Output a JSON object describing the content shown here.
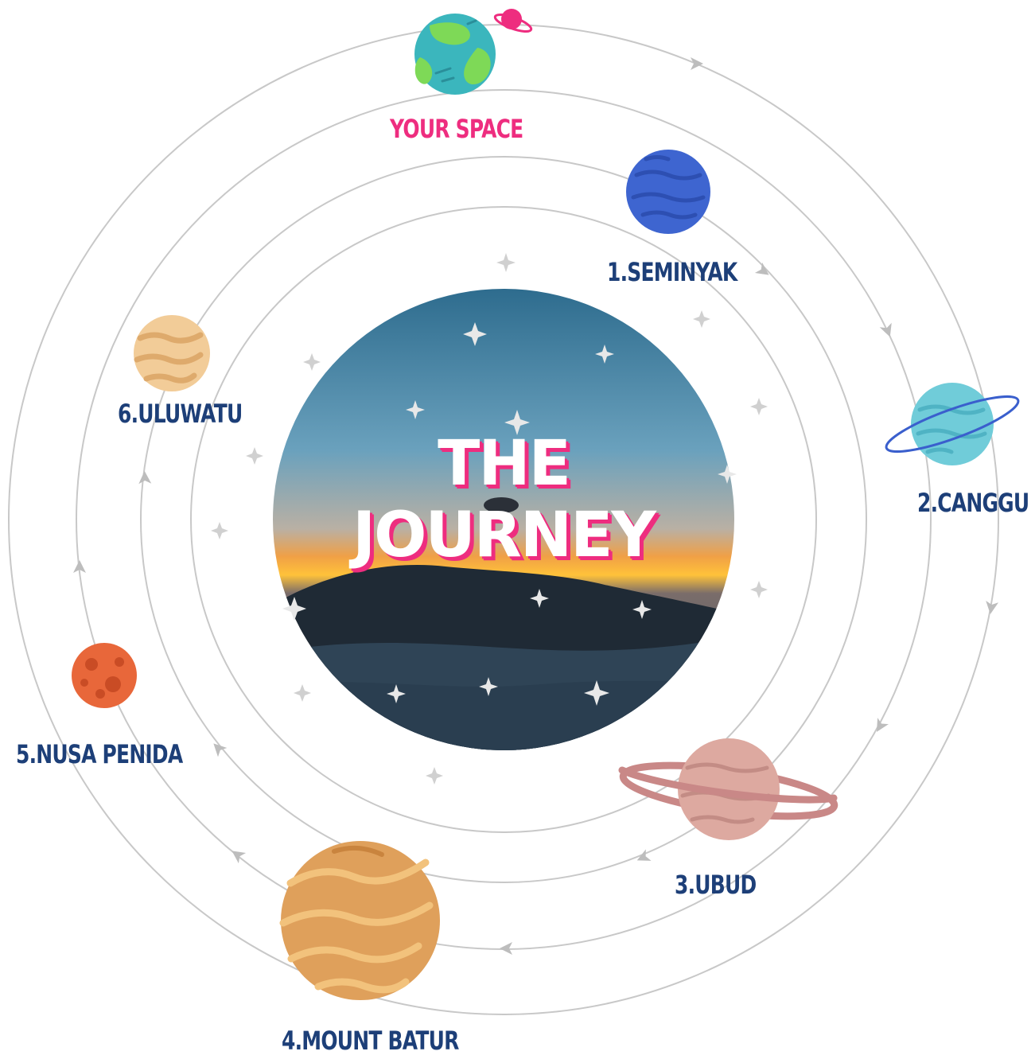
{
  "title": {
    "line1": "THE",
    "line2": "JOURNEY"
  },
  "stops": {
    "home": "YOUR SPACE",
    "s1": "1.SEMINYAK",
    "s2": "2.CANGGU",
    "s3": "3.UBUD",
    "s4": "4.MOUNT BATUR",
    "s5": "5.NUSA PENIDA",
    "s6": "6.ULUWATU"
  },
  "colors": {
    "home_label": "#ee2d7f",
    "stop_label": "#1d3f78",
    "orbit": "#c8c8c8",
    "title_shadow": "#ee2d7f"
  }
}
